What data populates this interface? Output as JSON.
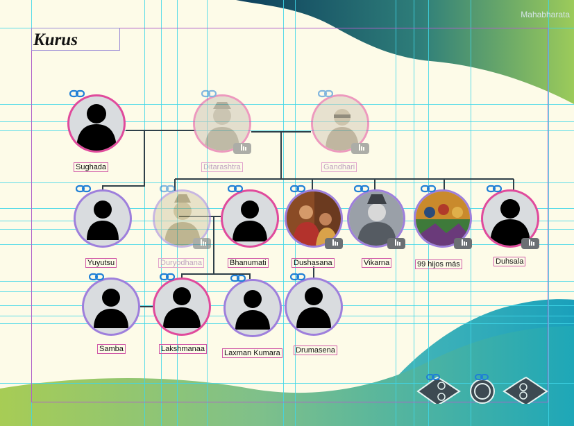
{
  "page": {
    "title": "Kurus",
    "brand": "Mahabharata"
  },
  "people": {
    "sughada": "Sughada",
    "ditarashtra": "Ditarashtra",
    "gandhari": "Gandhari",
    "yuyutsu": "Yuyutsu",
    "duryodhana": "Duryodhana",
    "bhanumati": "Bhanumati",
    "dushasana": "Dushasana",
    "vikarna": "Vikarna",
    "hijos": "99 hijos más",
    "duhsala": "Duhsala",
    "samba": "Samba",
    "lakshmanaa": "Lakshmanaa",
    "laxman": "Laxman Kumara",
    "drumasena": "Drumasena"
  },
  "icons": {
    "link": "link-icon",
    "hand": "hand-pointer-icon",
    "prev": "eye-arrow-left-icon",
    "home": "circle-ring-icon",
    "next": "eye-arrow-right-icon"
  },
  "colors": {
    "background": "#fdfbe8",
    "border_female": "#e04a9c",
    "border_male": "#9e7fdc",
    "connector": "#2e3f48",
    "wave_dark": "#0f4a63",
    "wave_teal": "#2fb3bd",
    "wave_green": "#9cc94e"
  }
}
